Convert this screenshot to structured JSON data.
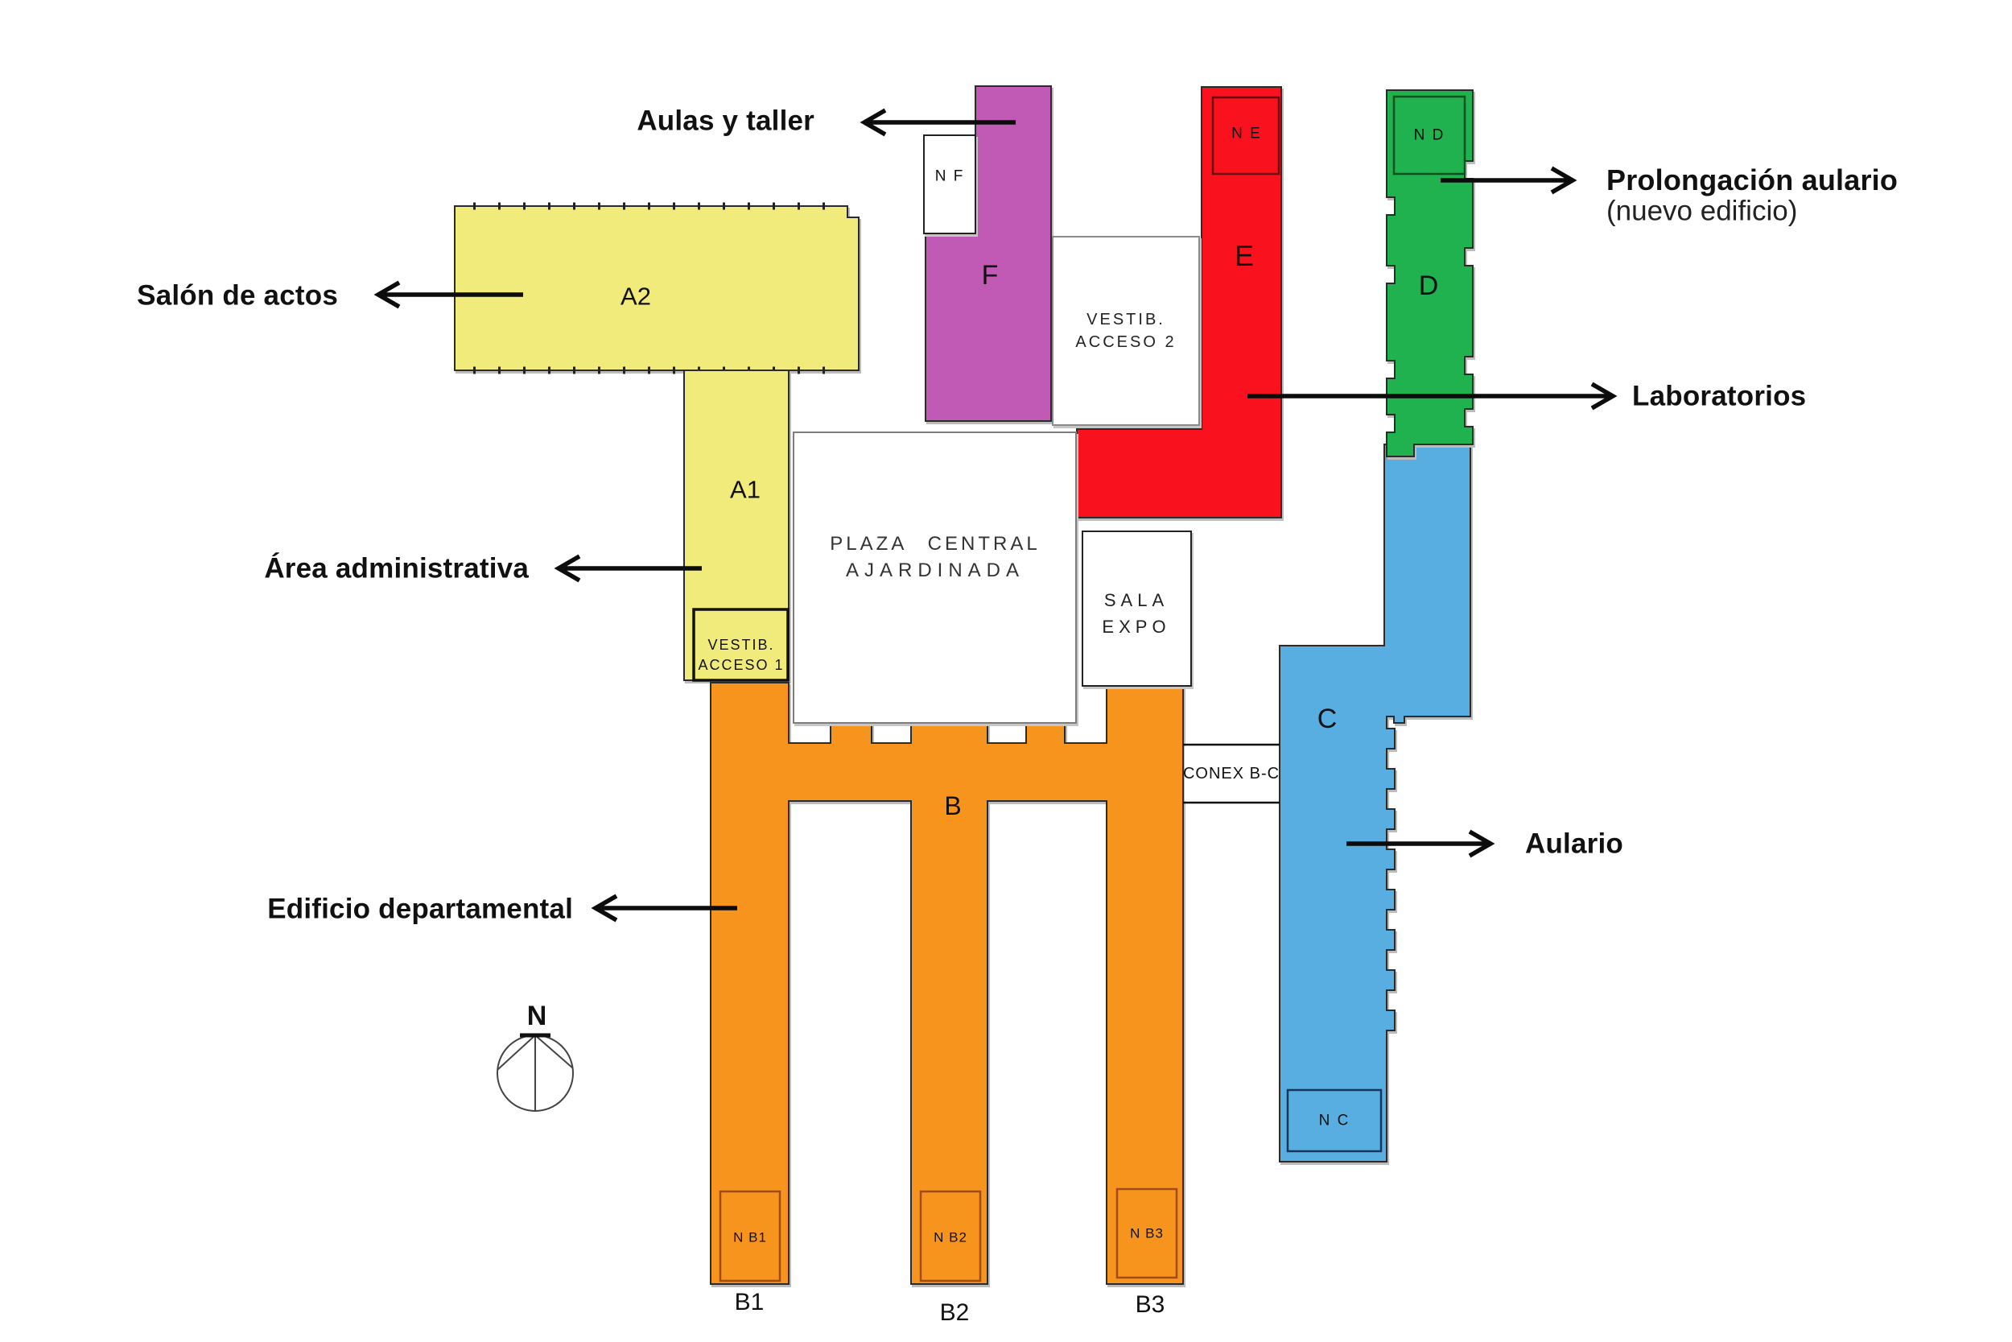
{
  "diagram": {
    "annotations": {
      "aulas_y_taller": "Aulas y taller",
      "salon_de_actos": "Salón de actos",
      "area_administrativa": "Área administrativa",
      "edificio_departamental": "Edificio departamental",
      "prolongacion_aulario": "Prolongación aulario",
      "prolongacion_nota": "(nuevo edificio)",
      "laboratorios": "Laboratorios",
      "aulario": "Aulario"
    },
    "buildings": {
      "a2": "A2",
      "a1": "A1",
      "b": "B",
      "c": "C",
      "d": "D",
      "e": "E",
      "f": "F"
    },
    "wing_labels": {
      "b1": "B1",
      "b2": "B2",
      "b3": "B3"
    },
    "nodes": {
      "nf": "N F",
      "ne": "N E",
      "nd": "N D",
      "nc": "N C",
      "nb1": "N B1",
      "nb2": "N B2",
      "nb3": "N B3"
    },
    "rooms": {
      "vestib1": {
        "line1": "VESTIB.",
        "line2": "ACCESO 1"
      },
      "vestib2": {
        "line1": "VESTIB.",
        "line2": "ACCESO 2"
      },
      "plaza": {
        "line1": "PLAZA CENTRAL",
        "line2": "AJARDINADA"
      },
      "sala": {
        "line1": "SALA",
        "line2": "EXPO"
      },
      "conex": {
        "label": "CONEX B-C"
      }
    },
    "compass": {
      "north": "N"
    },
    "colors": {
      "yellow": "#F1EB7C",
      "orange": "#F7941E",
      "purple": "#C05AB4",
      "red": "#F9121E",
      "green": "#20B24E",
      "blue": "#58AEE1",
      "white": "#FFFFFF"
    }
  }
}
